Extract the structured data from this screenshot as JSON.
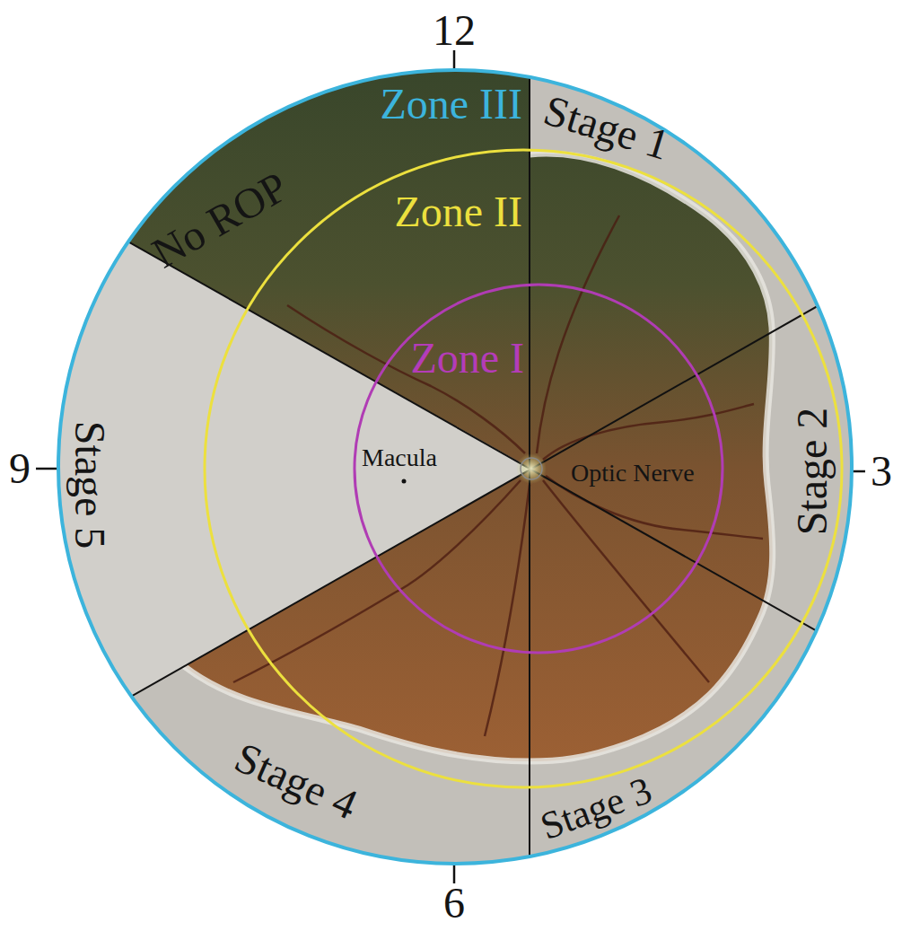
{
  "diagram": {
    "nodes": [
      {
        "text": [
          "Zone III"
        ]
      },
      {
        "text": [
          "Zone II"
        ],
        "in": 0
      },
      {
        "text": [
          "Zone I"
        ],
        "in": 1
      }
    ],
    "labels": [
      "12",
      "3",
      "6",
      "9",
      "No ROP",
      "Stage 1",
      "Stage 2",
      "Stage 3",
      "Stage 4",
      "Stage 5",
      "Macula",
      "Optic Nerve"
    ]
  }
}
